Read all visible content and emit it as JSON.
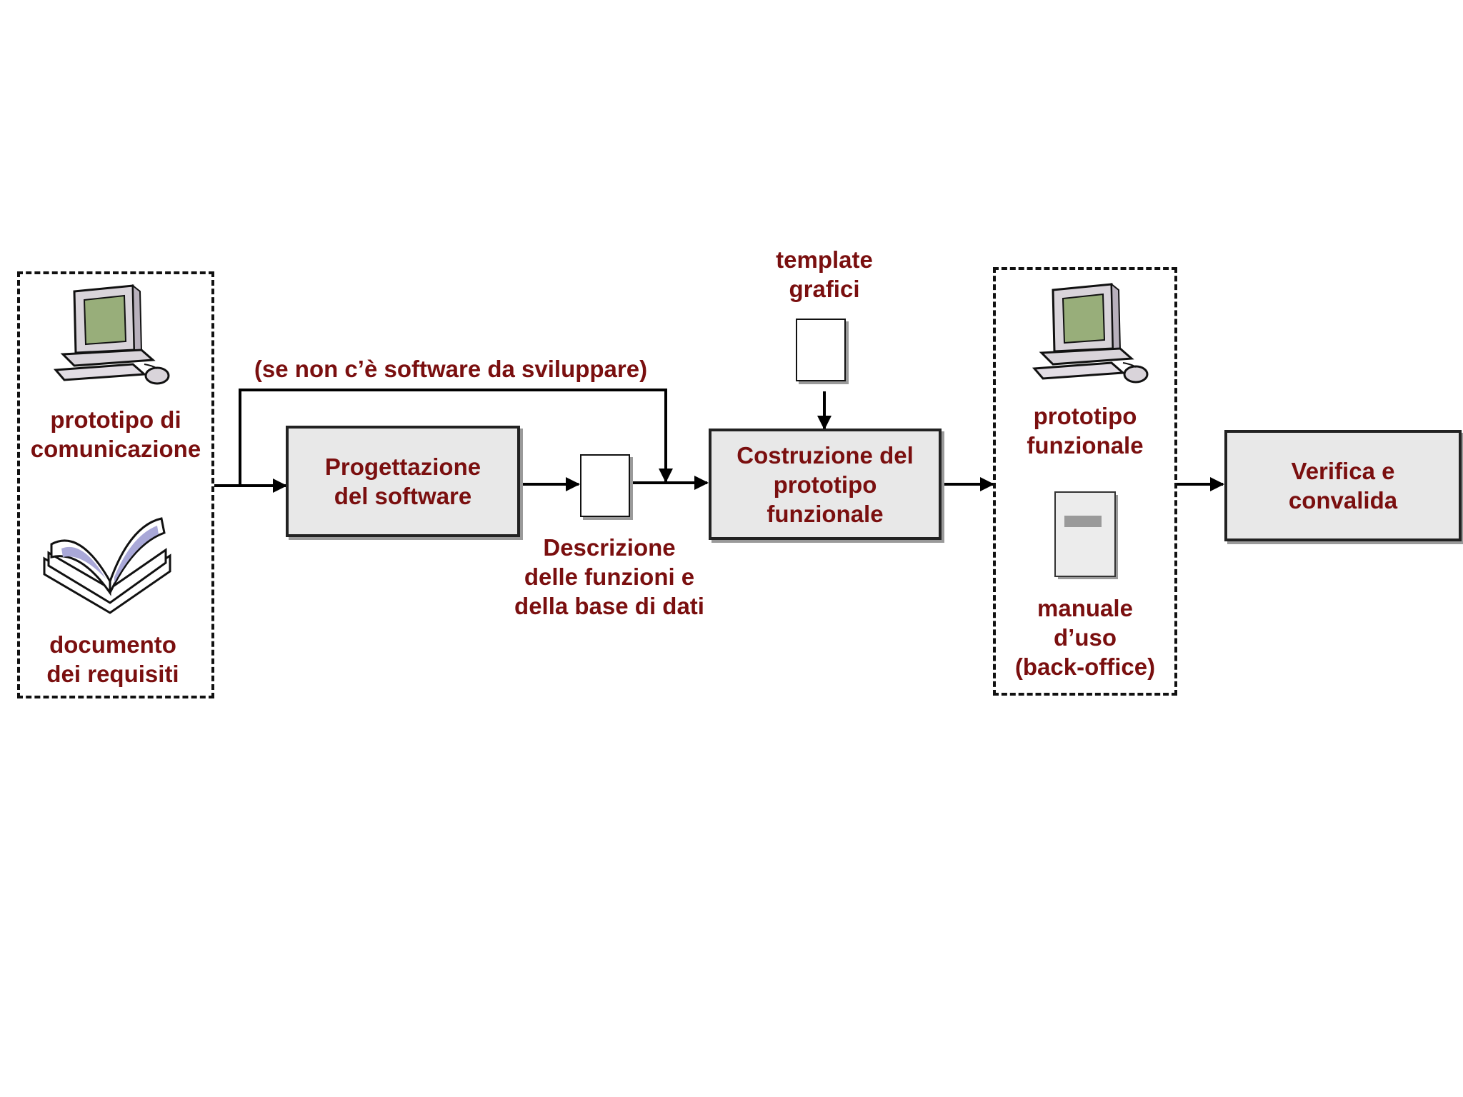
{
  "left_group": {
    "computer_label": [
      "prototipo di",
      "comunicazione"
    ],
    "book_label": [
      "documento",
      "dei requisiti"
    ]
  },
  "bypass_label": "(se non c’è software da sviluppare)",
  "process_design": [
    "Progettazione",
    "del software"
  ],
  "functions_doc_label": [
    "Descrizione",
    "delle funzioni e",
    "della base di dati"
  ],
  "templates_label": [
    "template",
    "grafici"
  ],
  "process_build": [
    "Costruzione del",
    "prototipo",
    "funzionale"
  ],
  "right_group": {
    "computer_label": [
      "prototipo",
      "funzionale"
    ],
    "manual_label": [
      "manuale",
      "d’uso",
      "(back-office)"
    ]
  },
  "process_verify": [
    "Verifica e",
    "convalida"
  ],
  "colors": {
    "label_text": "#7a0f0f",
    "box_fill": "#e8e8e8",
    "monitor_screen": "#98ae7a",
    "book_pages": "#a9a8d8"
  }
}
